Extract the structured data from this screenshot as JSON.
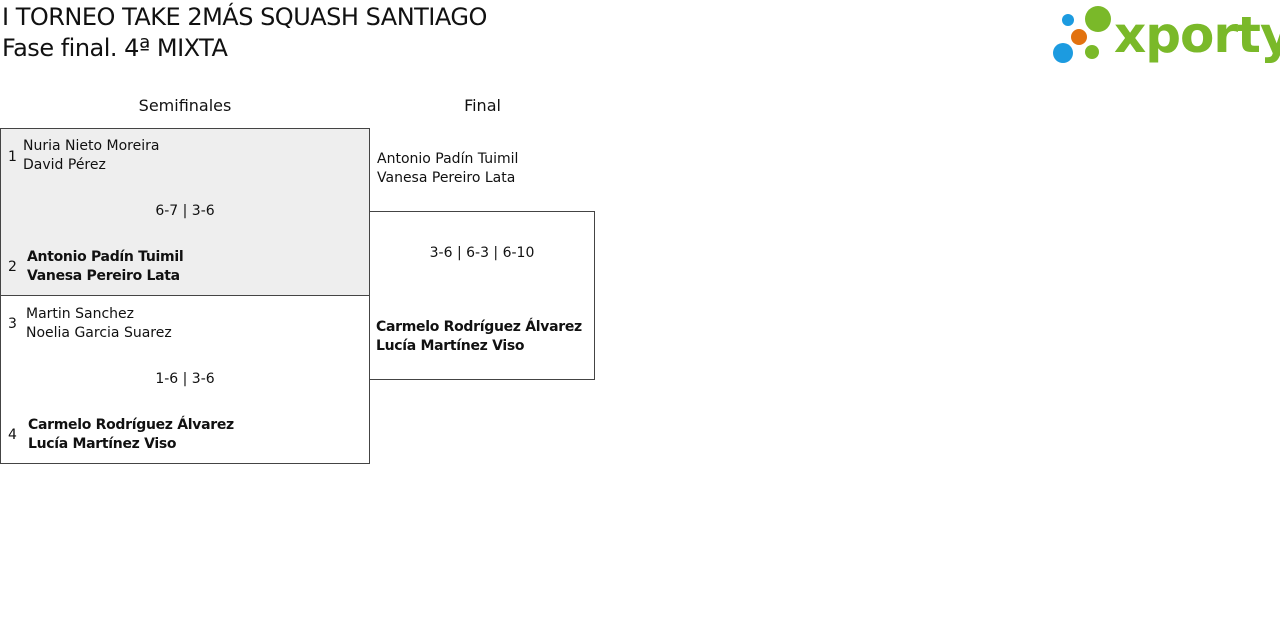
{
  "header": {
    "title": "I TORNEO TAKE 2MÁS SQUASH SANTIAGO",
    "subtitle": "Fase final. 4ª MIXTA"
  },
  "logo": {
    "text": "xporty",
    "colors": {
      "green": "#7ab929",
      "blue": "#1c9be0",
      "orange": "#e2720f"
    }
  },
  "rounds": [
    {
      "label": "Semifinales"
    },
    {
      "label": "Final"
    }
  ],
  "semifinals": [
    {
      "top": {
        "seed": "1",
        "p1": "Nuria Nieto Moreira",
        "p2": "David Pérez"
      },
      "score": "6-7 | 3-6",
      "bottom": {
        "seed": "2",
        "p1": "Antonio Padín Tuimil",
        "p2": "Vanesa Pereiro Lata"
      }
    },
    {
      "top": {
        "seed": "3",
        "p1": "Martin Sanchez",
        "p2": "Noelia Garcia Suarez"
      },
      "score": "1-6 | 3-6",
      "bottom": {
        "seed": "4",
        "p1": "Carmelo Rodríguez Álvarez",
        "p2": "Lucía Martínez Viso"
      }
    }
  ],
  "final": {
    "top": {
      "p1": "Antonio Padín Tuimil",
      "p2": "Vanesa Pereiro Lata"
    },
    "score": "3-6 | 6-3 | 6-10",
    "bottom": {
      "p1": "Carmelo Rodríguez Álvarez",
      "p2": "Lucía Martínez Viso"
    }
  }
}
